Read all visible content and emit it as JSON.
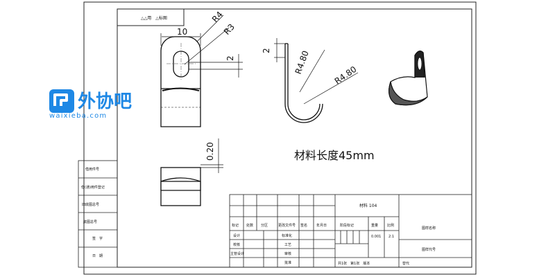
{
  "title_block_top": "△△用　△标图",
  "dimensions": {
    "width": "10",
    "radius_outer": "R4",
    "radius_inner": "R3",
    "slot_offset": "2",
    "thickness_top": "2",
    "bend_radius_left": "R4.80",
    "bend_radius_right": "R4.80",
    "edge_chamfer": "0.20"
  },
  "note": "材料长度45mm",
  "logo": {
    "brand": "外协吧",
    "url": "waixieba.com",
    "brand_color": "#1e88e5"
  },
  "left_strip": [
    "借用件号",
    "旧底图总号",
    "底图总号",
    "签　字",
    "日　期",
    "借(通)用件登记"
  ],
  "title_block": {
    "header_row": [
      "标记",
      "处数",
      "分区",
      "更改文件号",
      "签名",
      "年月日"
    ],
    "design_row": [
      "设计",
      "标准化"
    ],
    "check_row": [
      "校核",
      "工艺"
    ],
    "lead_row": [
      "主管设计",
      "审核"
    ],
    "approve_row": [
      "批准"
    ],
    "material": "材料 104",
    "stage_header": [
      "阶段标记",
      "重量",
      "比例"
    ],
    "weight": "0.001",
    "scale": "2:1",
    "part_name": "图样名称",
    "part_code": "图样代号",
    "sheet_info": "共1张　第1张　版本",
    "replace": "替代"
  }
}
